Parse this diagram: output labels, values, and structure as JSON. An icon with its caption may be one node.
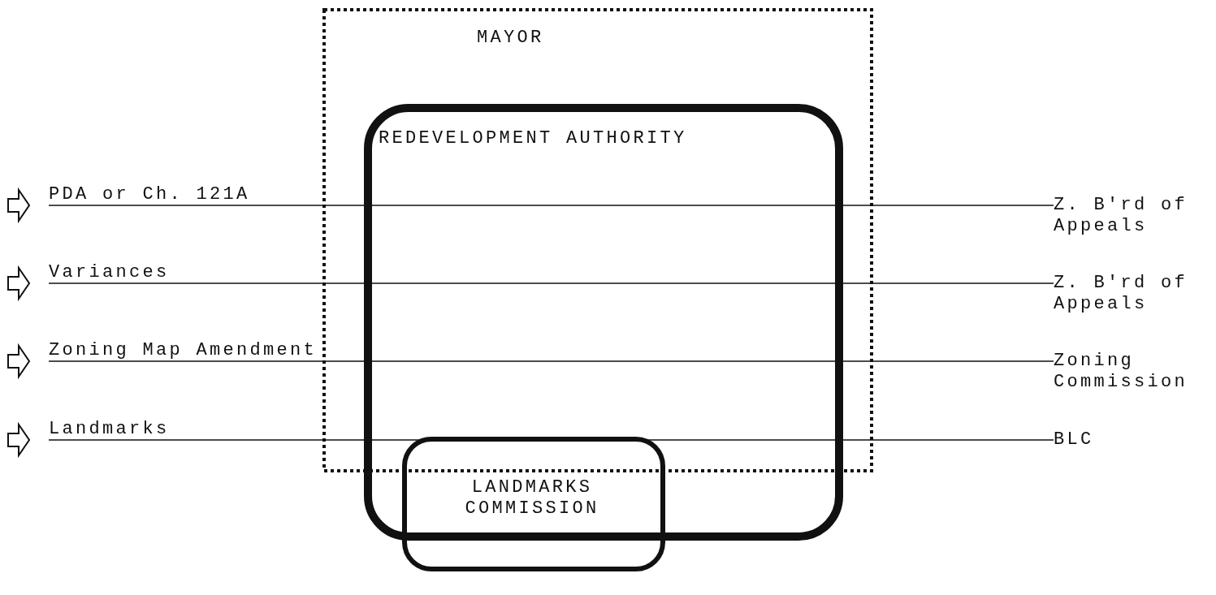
{
  "diagram": {
    "nodes": [
      {
        "text": [
          "MAYOR"
        ]
      },
      {
        "text": [
          "REDEVELOPMENT AUTHORITY"
        ]
      },
      {
        "text": [
          "LANDMARKS COMMISSION"
        ]
      },
      {
        "text": [
          "PDA or Ch. 121A"
        ]
      },
      {
        "text": [
          "Variances"
        ]
      },
      {
        "text": [
          "Zoning Map Amendment"
        ]
      },
      {
        "text": [
          "Landmarks"
        ]
      },
      {
        "text": [
          "Z. B'rd of Appeals"
        ]
      },
      {
        "text": [
          "Z. B'rd of Appeals"
        ]
      },
      {
        "text": [
          "Zoning Commission"
        ]
      },
      {
        "text": [
          "BLC"
        ]
      }
    ],
    "edges": [
      {
        "from": 3,
        "to": 7,
        "arrow": "none"
      },
      {
        "from": 4,
        "to": 8,
        "arrow": "none"
      },
      {
        "from": 5,
        "to": 9,
        "arrow": "none"
      },
      {
        "from": 6,
        "to": 10,
        "arrow": "none"
      }
    ]
  }
}
